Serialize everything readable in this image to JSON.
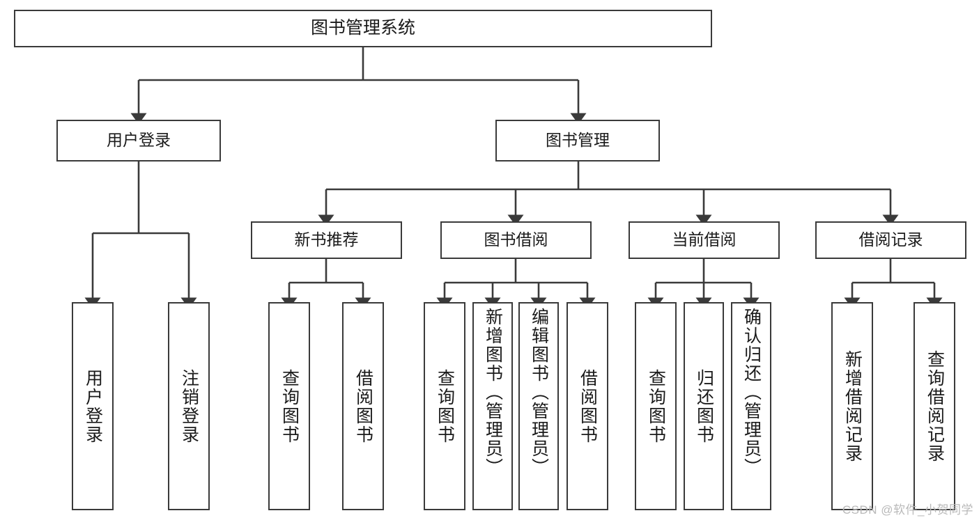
{
  "diagram": {
    "title": "图书管理系统",
    "type": "tree-hierarchy-chart",
    "colors": {
      "box_border": "#3a3a3a",
      "box_fill": "#ffffff",
      "edge": "#3a3a3a",
      "text": "#1a1a1a",
      "watermark": "#b9b9b9"
    }
  },
  "nodes": {
    "root": {
      "label": "图书管理系统"
    },
    "level2": [
      {
        "id": "user-login",
        "label": "用户登录"
      },
      {
        "id": "book-management",
        "label": "图书管理"
      }
    ],
    "level3": [
      {
        "id": "new-book-recommend",
        "label": "新书推荐"
      },
      {
        "id": "book-borrow",
        "label": "图书借阅"
      },
      {
        "id": "current-borrow",
        "label": "当前借阅"
      },
      {
        "id": "borrow-record",
        "label": "借阅记录"
      }
    ],
    "leaves": {
      "user_login": [
        {
          "id": "leaf-user-login",
          "label": "用户登录"
        },
        {
          "id": "leaf-logout",
          "label": "注销登录"
        }
      ],
      "new_book_recommend": [
        {
          "id": "leaf-query-book-1",
          "label": "查询图书"
        },
        {
          "id": "leaf-borrow-book-1",
          "label": "借阅图书"
        }
      ],
      "book_borrow": [
        {
          "id": "leaf-query-book-2",
          "label": "查询图书"
        },
        {
          "id": "leaf-add-book",
          "label": "新增图书（管理员）"
        },
        {
          "id": "leaf-edit-book",
          "label": "编辑图书（管理员）"
        },
        {
          "id": "leaf-borrow-book-2",
          "label": "借阅图书"
        }
      ],
      "current_borrow": [
        {
          "id": "leaf-query-book-3",
          "label": "查询图书"
        },
        {
          "id": "leaf-return-book",
          "label": "归还图书"
        },
        {
          "id": "leaf-confirm-return",
          "label": "确认归还（管理员）"
        }
      ],
      "borrow_record": [
        {
          "id": "leaf-add-record",
          "label": "新增借阅记录"
        },
        {
          "id": "leaf-query-record",
          "label": "查询借阅记录"
        }
      ]
    }
  },
  "watermark": {
    "text": "CSDN @软件_小贺同学"
  }
}
